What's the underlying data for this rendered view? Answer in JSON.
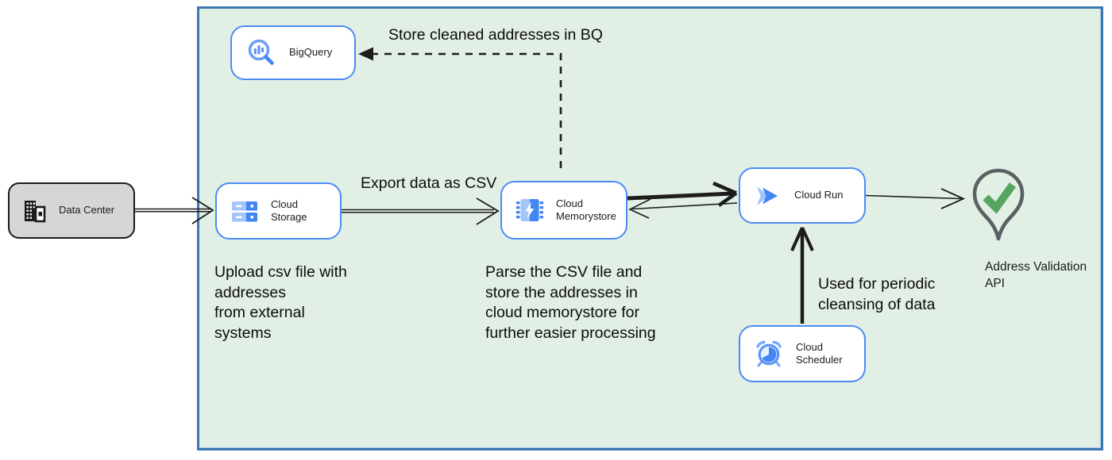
{
  "colors": {
    "boundary_fill": "#e2efe4",
    "boundary_border": "#3c77b4",
    "node_border": "#4b8bf5",
    "node_fill": "#ffffff",
    "datacenter_fill": "#d6d6d6",
    "datacenter_border": "#1b1b1b",
    "icon_blue": "#4285f4",
    "icon_mid_blue": "#5b93f5",
    "icon_light_blue": "#a3c4f9",
    "arrow_color": "#1c1c1c",
    "check_green": "#55a55f",
    "pin_outline": "#5b6064"
  },
  "nodes": {
    "bigquery": {
      "label": "BigQuery"
    },
    "data_center": {
      "label": "Data Center"
    },
    "cloud_storage": {
      "label": "Cloud Storage"
    },
    "cloud_memorystore": {
      "label": "Cloud\nMemorystore"
    },
    "cloud_run": {
      "label": "Cloud Run"
    },
    "cloud_scheduler": {
      "label": "Cloud Scheduler"
    },
    "address_validation_api": {
      "label": "Address Validation\nAPI"
    }
  },
  "annotations": {
    "store_bq": "Store cleaned addresses in BQ",
    "export_csv": "Export data as CSV",
    "upload_note": "Upload csv file with\naddresses\nfrom external\nsystems",
    "parse_note": "Parse the CSV file and\nstore the addresses in\ncloud  memorystore for\nfurther easier processing",
    "periodic_note": "Used for periodic\ncleansing of data"
  }
}
